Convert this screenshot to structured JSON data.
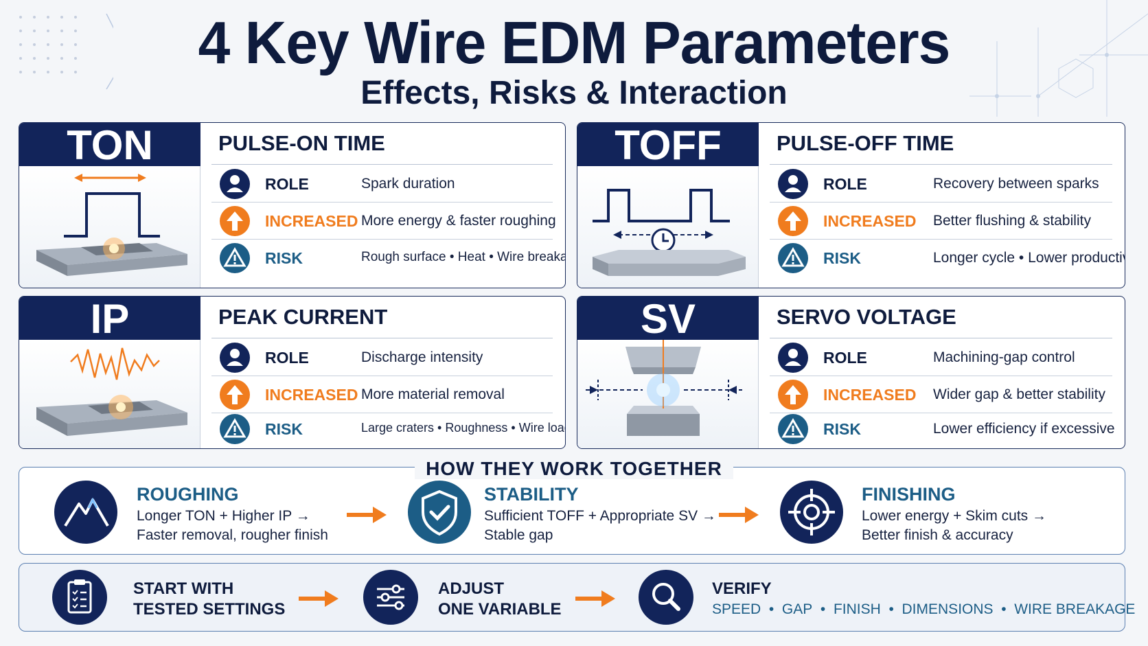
{
  "header": {
    "title": "4 Key Wire EDM Parameters",
    "subtitle": "Effects, Risks & Interaction"
  },
  "colors": {
    "navy": "#12245a",
    "orange": "#f07c1e",
    "teal": "#1c5d86"
  },
  "cards": [
    {
      "code": "TON",
      "name": "PULSE-ON TIME",
      "illustration": "pulse-width-spark",
      "rows": [
        {
          "icon": "person-icon",
          "label": "ROLE",
          "value": "Spark duration"
        },
        {
          "icon": "arrow-up-icon",
          "label": "INCREASED",
          "value": "More energy & faster roughing"
        },
        {
          "icon": "warning-icon",
          "label": "RISK",
          "value": "Rough surface • Heat • Wire breakage"
        }
      ]
    },
    {
      "code": "TOFF",
      "name": "PULSE-OFF TIME",
      "illustration": "pulse-gap-clock",
      "rows": [
        {
          "icon": "person-icon",
          "label": "ROLE",
          "value": "Recovery between sparks"
        },
        {
          "icon": "arrow-up-icon",
          "label": "INCREASED",
          "value": "Better flushing & stability"
        },
        {
          "icon": "warning-icon",
          "label": "RISK",
          "value": "Longer cycle • Lower productivity"
        }
      ]
    },
    {
      "code": "IP",
      "name": "PEAK CURRENT",
      "illustration": "current-wave-spark",
      "rows": [
        {
          "icon": "person-icon",
          "label": "ROLE",
          "value": "Discharge intensity"
        },
        {
          "icon": "arrow-up-icon",
          "label": "INCREASED",
          "value": "More material removal"
        },
        {
          "icon": "warning-icon",
          "label": "RISK",
          "value": "Large craters • Roughness • Wire loading"
        }
      ]
    },
    {
      "code": "SV",
      "name": "SERVO VOLTAGE",
      "illustration": "gap-control-spark",
      "rows": [
        {
          "icon": "person-icon",
          "label": "ROLE",
          "value": "Machining-gap control"
        },
        {
          "icon": "arrow-up-icon",
          "label": "INCREASED",
          "value": "Wider gap & better stability"
        },
        {
          "icon": "warning-icon",
          "label": "RISK",
          "value": "Lower efficiency if excessive"
        }
      ]
    }
  ],
  "together": {
    "title": "HOW THEY WORK TOGETHER",
    "stages": [
      {
        "icon": "mountain-icon",
        "head": "ROUGHING",
        "line1": "Longer TON + Higher IP →",
        "line2": "Faster removal, rougher finish"
      },
      {
        "icon": "shield-check-icon",
        "head": "STABILITY",
        "line1": "Sufficient TOFF + Appropriate SV →",
        "line2": "Stable gap"
      },
      {
        "icon": "crosshair-icon",
        "head": "FINISHING",
        "line1": "Lower energy + Skim cuts →",
        "line2": "Better finish & accuracy"
      }
    ]
  },
  "steps": [
    {
      "icon": "clipboard-icon",
      "line1": "START WITH",
      "line2": "TESTED SETTINGS"
    },
    {
      "icon": "sliders-icon",
      "line1": "ADJUST",
      "line2": "ONE VARIABLE"
    },
    {
      "icon": "magnifier-icon",
      "line1": "VERIFY",
      "items": [
        "SPEED",
        "GAP",
        "FINISH",
        "DIMENSIONS",
        "WIRE BREAKAGE"
      ]
    }
  ]
}
